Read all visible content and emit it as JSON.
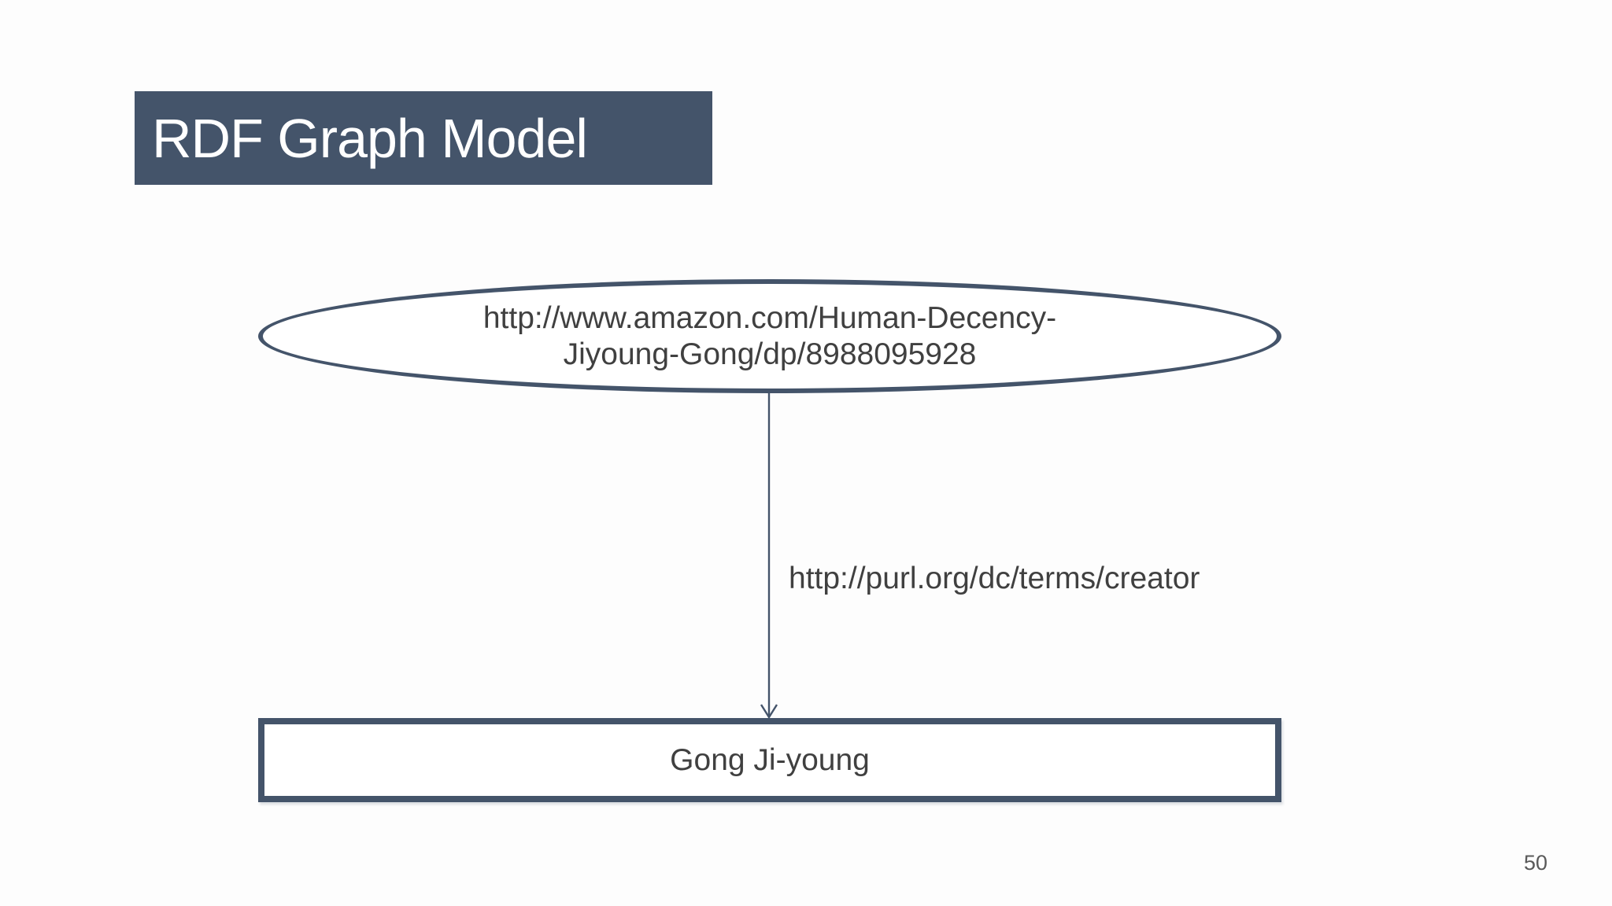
{
  "slide": {
    "title": "RDF Graph Model",
    "page_number": "50",
    "colors": {
      "accent": "#44546A",
      "node_text": "#404040",
      "title_text": "#FFFFFF",
      "page_number": "#595959",
      "background": "#FDFDFD",
      "node_fill": "#FFFFFF"
    },
    "diagram": {
      "type": "rdf-triple-graph",
      "subject_node": {
        "shape": "ellipse",
        "label": "http://www.amazon.com/Human-Decency-\nJiyoung-Gong/dp/8988095928"
      },
      "predicate_edge": {
        "shape": "arrow-down",
        "label": "http://purl.org/dc/terms/creator"
      },
      "object_node": {
        "shape": "rectangle",
        "label": "Gong Ji-young"
      }
    }
  }
}
